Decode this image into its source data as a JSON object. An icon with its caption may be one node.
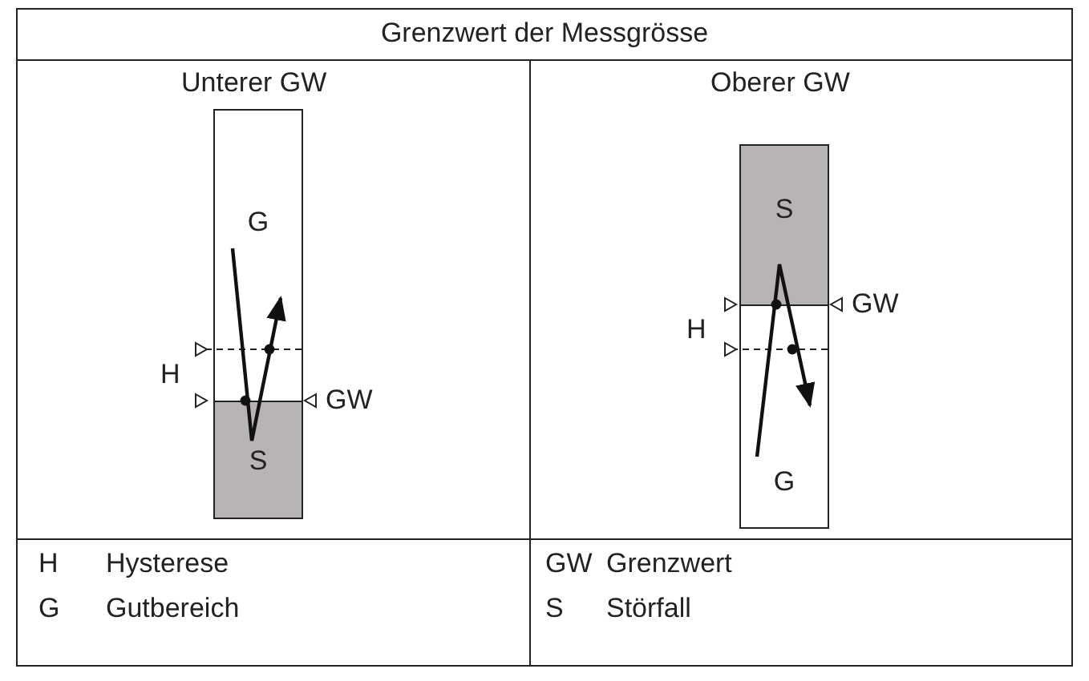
{
  "diagram": {
    "title": "Grenzwert der Messgrösse",
    "nodes": [
      {
        "text": [
          "G"
        ]
      },
      {
        "text": [
          "S"
        ]
      },
      {
        "text": [
          "S"
        ]
      },
      {
        "text": [
          "G"
        ]
      }
    ],
    "labels": [
      "Unterer GW",
      "Oberer GW",
      "H",
      "GW",
      "H",
      "GW",
      "H",
      "Hysterese",
      "GW",
      "Grenzwert",
      "G",
      "Gutbereich",
      "S",
      "Störfall"
    ]
  }
}
